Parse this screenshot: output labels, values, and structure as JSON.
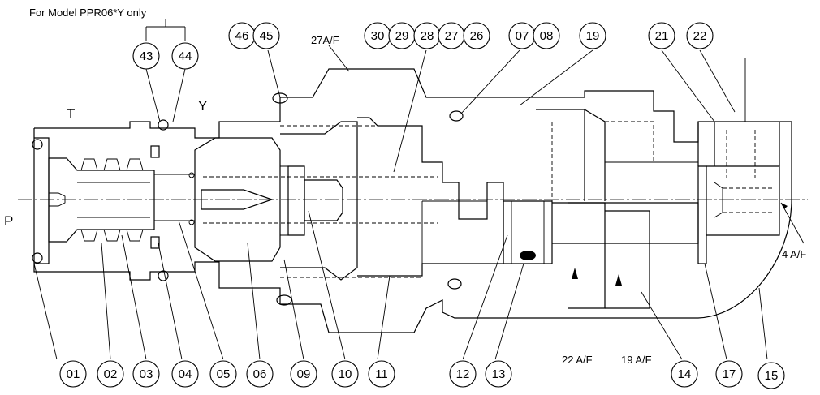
{
  "note": "For Model PPR06*Y only",
  "ports": {
    "t": "T",
    "y": "Y",
    "p": "P"
  },
  "sizes": {
    "top": "27A/F",
    "mid1": "22 A/F",
    "mid2": "19 A/F",
    "right": "4 A/F"
  },
  "callouts": {
    "c01": "01",
    "c02": "02",
    "c03": "03",
    "c04": "04",
    "c05": "05",
    "c06": "06",
    "c07": "07",
    "c08": "08",
    "c09": "09",
    "c10": "10",
    "c11": "11",
    "c12": "12",
    "c13": "13",
    "c14": "14",
    "c15": "15",
    "c17": "17",
    "c19": "19",
    "c21": "21",
    "c22b": "22",
    "c26": "26",
    "c27": "27",
    "c28": "28",
    "c29": "29",
    "c30": "30",
    "c43": "43",
    "c44": "44",
    "c45": "45",
    "c46": "46"
  }
}
